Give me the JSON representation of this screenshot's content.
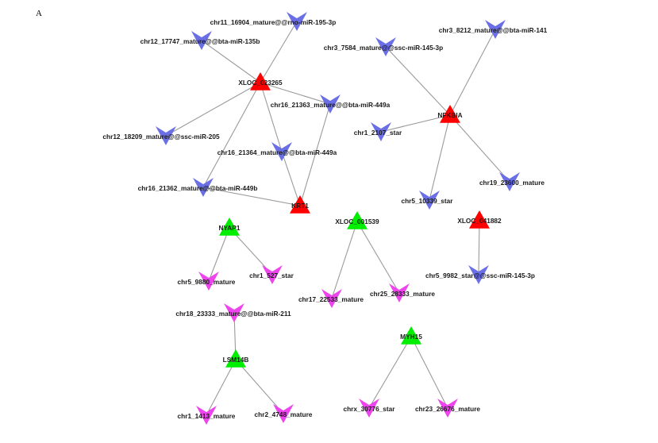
{
  "panel_label": "A",
  "colors": {
    "lncrna_key": "#ff0000",
    "mrna": "#00ee00",
    "mirna_blue": "#6a6fe6",
    "mirna_magenta": "#ee44ee",
    "edge": "#9a9a9a"
  },
  "nodes": [
    {
      "id": "XLOC_023265",
      "label": "XLOC_023265",
      "shape": "triangle-up",
      "color": "red"
    },
    {
      "id": "NFKBIA",
      "label": "NFKBIA",
      "shape": "triangle-up",
      "color": "red"
    },
    {
      "id": "KRT1",
      "label": "KRT1",
      "shape": "triangle-up",
      "color": "red"
    },
    {
      "id": "XLOC_041882",
      "label": "XLOC_041882",
      "shape": "triangle-up",
      "color": "red"
    },
    {
      "id": "NYAP1",
      "label": "NYAP1",
      "shape": "triangle-up",
      "color": "green"
    },
    {
      "id": "XLOC_001539",
      "label": "XLOC_001539",
      "shape": "triangle-up",
      "color": "green"
    },
    {
      "id": "LSM14B",
      "label": "LSM14B",
      "shape": "triangle-up",
      "color": "green"
    },
    {
      "id": "MYH15",
      "label": "MYH15",
      "shape": "triangle-up",
      "color": "green"
    },
    {
      "id": "chr11_16904",
      "label": "chr11_16904_mature@@rno-miR-195-3p",
      "shape": "v",
      "color": "blue"
    },
    {
      "id": "chr12_17747",
      "label": "chr12_17747_mature@@bta-miR-135b",
      "shape": "v",
      "color": "blue"
    },
    {
      "id": "chr16_21363",
      "label": "chr16_21363_mature@@bta-miR-449a",
      "shape": "v",
      "color": "blue"
    },
    {
      "id": "chr12_18209",
      "label": "chr12_18209_mature@@ssc-miR-205",
      "shape": "v",
      "color": "blue"
    },
    {
      "id": "chr16_21364",
      "label": "chr16_21364_mature@@bta-miR-449a",
      "shape": "v",
      "color": "blue"
    },
    {
      "id": "chr16_21362",
      "label": "chr16_21362_mature@@bta-miR-449b",
      "shape": "v",
      "color": "blue"
    },
    {
      "id": "chr3_8212",
      "label": "chr3_8212_mature@@bta-miR-141",
      "shape": "v",
      "color": "blue"
    },
    {
      "id": "chr3_7584",
      "label": "chr3_7584_mature@@ssc-miR-145-3p",
      "shape": "v",
      "color": "blue"
    },
    {
      "id": "chr1_2107",
      "label": "chr1_2107_star",
      "shape": "v",
      "color": "blue"
    },
    {
      "id": "chr19_23600",
      "label": "chr19_23600_mature",
      "shape": "v",
      "color": "blue"
    },
    {
      "id": "chr5_10339",
      "label": "chr5_10339_star",
      "shape": "v",
      "color": "blue"
    },
    {
      "id": "chr5_9982",
      "label": "chr5_9982_star@@ssc-miR-145-3p",
      "shape": "v",
      "color": "blue"
    },
    {
      "id": "chr5_9880",
      "label": "chr5_9880_mature",
      "shape": "v",
      "color": "magenta"
    },
    {
      "id": "chr1_527",
      "label": "chr1_527_star",
      "shape": "v",
      "color": "magenta"
    },
    {
      "id": "chr17_22533",
      "label": "chr17_22533_mature",
      "shape": "v",
      "color": "magenta"
    },
    {
      "id": "chr25_28333",
      "label": "chr25_28333_mature",
      "shape": "v",
      "color": "magenta"
    },
    {
      "id": "chr18_23333",
      "label": "chr18_23333_mature@@bta-miR-211",
      "shape": "v",
      "color": "magenta"
    },
    {
      "id": "chr1_1413",
      "label": "chr1_1413_mature",
      "shape": "v",
      "color": "magenta"
    },
    {
      "id": "chr2_4748",
      "label": "chr2_4748_mature",
      "shape": "v",
      "color": "magenta"
    },
    {
      "id": "chrx_30776",
      "label": "chrx_30776_star",
      "shape": "v",
      "color": "magenta"
    },
    {
      "id": "chr23_26676",
      "label": "chr23_26676_mature",
      "shape": "v",
      "color": "magenta"
    }
  ],
  "edges": [
    [
      "XLOC_023265",
      "chr11_16904"
    ],
    [
      "XLOC_023265",
      "chr12_17747"
    ],
    [
      "XLOC_023265",
      "chr16_21363"
    ],
    [
      "XLOC_023265",
      "chr12_18209"
    ],
    [
      "XLOC_023265",
      "chr16_21364"
    ],
    [
      "XLOC_023265",
      "chr16_21362"
    ],
    [
      "KRT1",
      "chr16_21362"
    ],
    [
      "KRT1",
      "chr16_21364"
    ],
    [
      "KRT1",
      "chr16_21363"
    ],
    [
      "NFKBIA",
      "chr3_7584"
    ],
    [
      "NFKBIA",
      "chr3_8212"
    ],
    [
      "NFKBIA",
      "chr1_2107"
    ],
    [
      "NFKBIA",
      "chr19_23600"
    ],
    [
      "NFKBIA",
      "chr5_10339"
    ],
    [
      "XLOC_041882",
      "chr5_9982"
    ],
    [
      "NYAP1",
      "chr5_9880"
    ],
    [
      "NYAP1",
      "chr1_527"
    ],
    [
      "XLOC_001539",
      "chr17_22533"
    ],
    [
      "XLOC_001539",
      "chr25_28333"
    ],
    [
      "LSM14B",
      "chr18_23333"
    ],
    [
      "LSM14B",
      "chr1_1413"
    ],
    [
      "LSM14B",
      "chr2_4748"
    ],
    [
      "MYH15",
      "chrx_30776"
    ],
    [
      "MYH15",
      "chr23_26676"
    ]
  ]
}
